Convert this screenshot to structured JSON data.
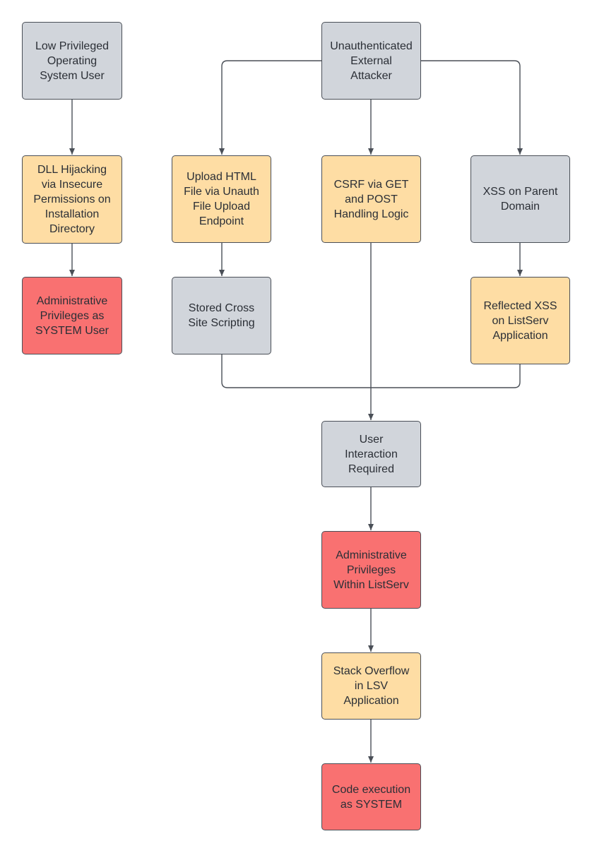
{
  "colors": {
    "gray_node": "#d1d5db",
    "orange_node": "#fedda4",
    "red_node": "#f97171",
    "border": "#4a4f57",
    "text": "#2b2f36"
  },
  "nodes": {
    "low_priv_user": "Low Privileged\nOperating\nSystem User",
    "dll_hijacking": "DLL Hijacking\nvia Insecure\nPermissions on\nInstallation\nDirectory",
    "admin_system_user": "Administrative\nPrivileges as\nSYSTEM User",
    "unauth_attacker": "Unauthenticated\nExternal\nAttacker",
    "upload_html": "Upload HTML\nFile via Unauth\nFile Upload\nEndpoint",
    "csrf": "CSRF via GET\nand POST\nHandling Logic",
    "xss_parent": "XSS on Parent\nDomain",
    "stored_xss": "Stored Cross\nSite Scripting",
    "reflected_xss": "Reflected XSS\non ListServ\nApplication",
    "user_interaction": "User\nInteraction\nRequired",
    "admin_listserv": "Administrative\nPrivileges\nWithin ListServ",
    "stack_overflow": "Stack Overflow\nin LSV\nApplication",
    "code_execution": "Code execution\nas SYSTEM"
  }
}
